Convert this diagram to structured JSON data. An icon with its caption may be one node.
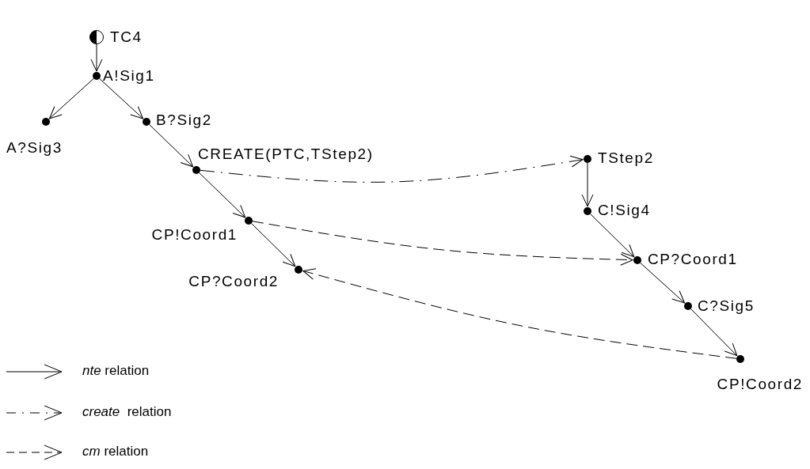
{
  "diagram": {
    "nodes": [
      {
        "text": [
          "TC4"
        ]
      },
      {
        "text": [
          "A!Sig1"
        ]
      },
      {
        "text": [
          "A?Sig3"
        ]
      },
      {
        "text": [
          "B?Sig2"
        ]
      },
      {
        "text": [
          "CREATE(PTC,TStep2)"
        ]
      },
      {
        "text": [
          "CP!Coord1"
        ]
      },
      {
        "text": [
          "CP?Coord2"
        ]
      },
      {
        "text": [
          "TStep2"
        ]
      },
      {
        "text": [
          "C!Sig4"
        ]
      },
      {
        "text": [
          "CP?Coord1"
        ]
      },
      {
        "text": [
          "C?Sig5"
        ]
      },
      {
        "text": [
          "CP!Coord2"
        ]
      }
    ],
    "edges": [
      {
        "from": 0,
        "to": 1,
        "arrow": "to"
      },
      {
        "from": 1,
        "to": 2,
        "arrow": "to"
      },
      {
        "from": 1,
        "to": 3,
        "arrow": "to"
      },
      {
        "from": 3,
        "to": 4,
        "arrow": "to"
      },
      {
        "from": 4,
        "to": 5,
        "arrow": "to"
      },
      {
        "from": 5,
        "to": 6,
        "arrow": "to"
      },
      {
        "from": 4,
        "to": 7,
        "arrow": "to",
        "style": "dashed"
      },
      {
        "from": 7,
        "to": 8,
        "arrow": "to"
      },
      {
        "from": 8,
        "to": 9,
        "arrow": "to"
      },
      {
        "from": 5,
        "to": 9,
        "arrow": "to",
        "style": "dashed"
      },
      {
        "from": 9,
        "to": 10,
        "arrow": "to"
      },
      {
        "from": 10,
        "to": 11,
        "arrow": "to"
      },
      {
        "from": 11,
        "to": 6,
        "arrow": "to",
        "style": "dashed"
      }
    ],
    "legend": [
      {
        "text": "*nte* relation"
      },
      {
        "text": "*create*  relation"
      },
      {
        "text": "*cm* relation"
      }
    ]
  }
}
